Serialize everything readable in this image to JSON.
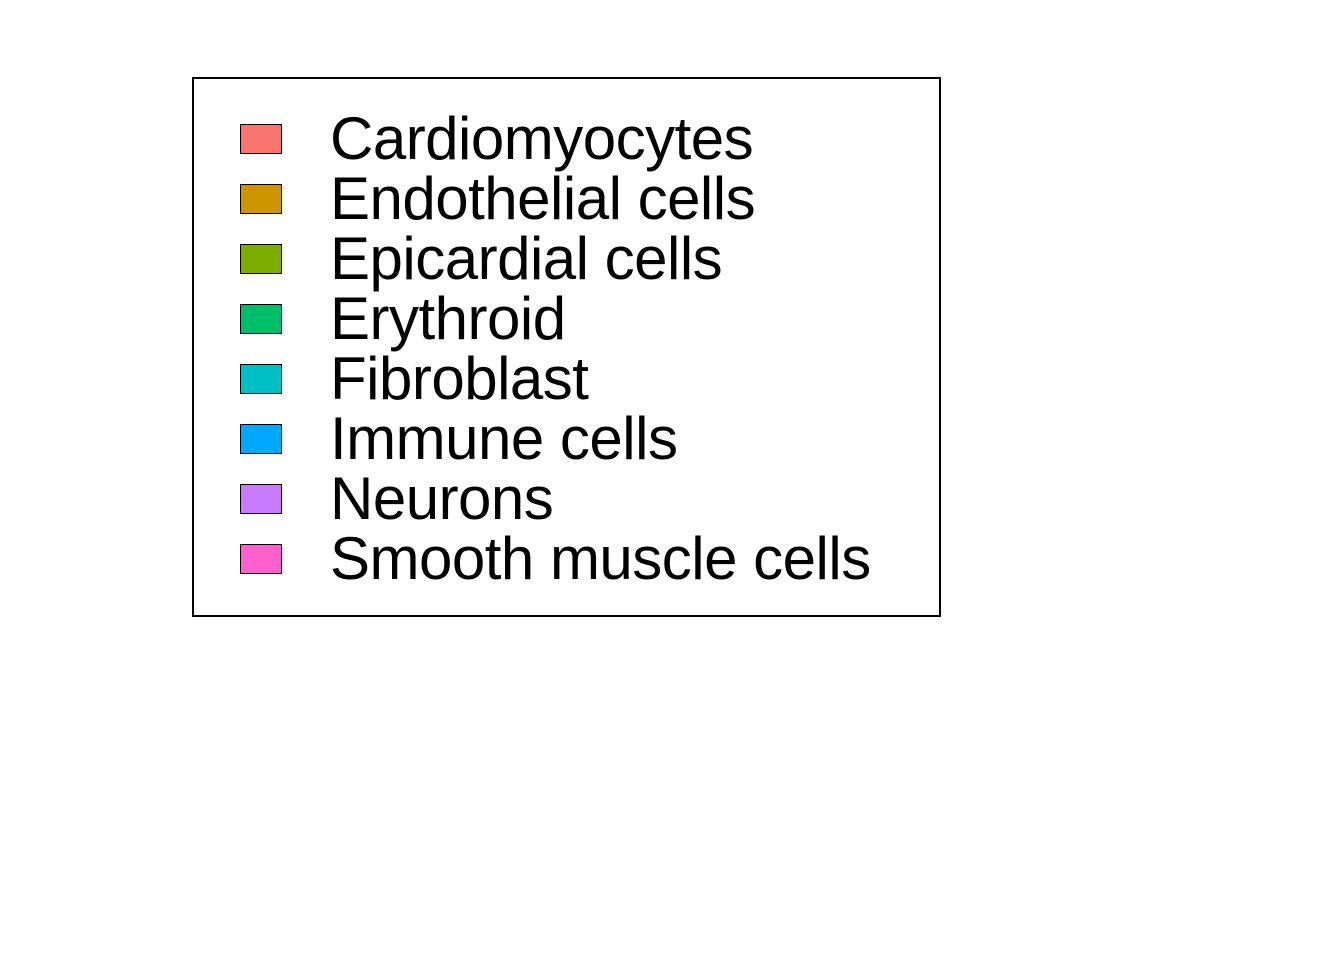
{
  "chart_data": {
    "type": "legend",
    "title": "",
    "legend": {
      "entries": [
        {
          "label": "Cardiomyocytes",
          "color": "#F8766D"
        },
        {
          "label": "Endothelial cells",
          "color": "#CD9600"
        },
        {
          "label": "Epicardial cells",
          "color": "#7CAE00"
        },
        {
          "label": "Erythroid",
          "color": "#00BE67"
        },
        {
          "label": "Fibroblast",
          "color": "#00BFC4"
        },
        {
          "label": "Immune cells",
          "color": "#00A9FF"
        },
        {
          "label": "Neurons",
          "color": "#C77CFF"
        },
        {
          "label": "Smooth muscle cells",
          "color": "#FF61CC"
        }
      ]
    }
  }
}
